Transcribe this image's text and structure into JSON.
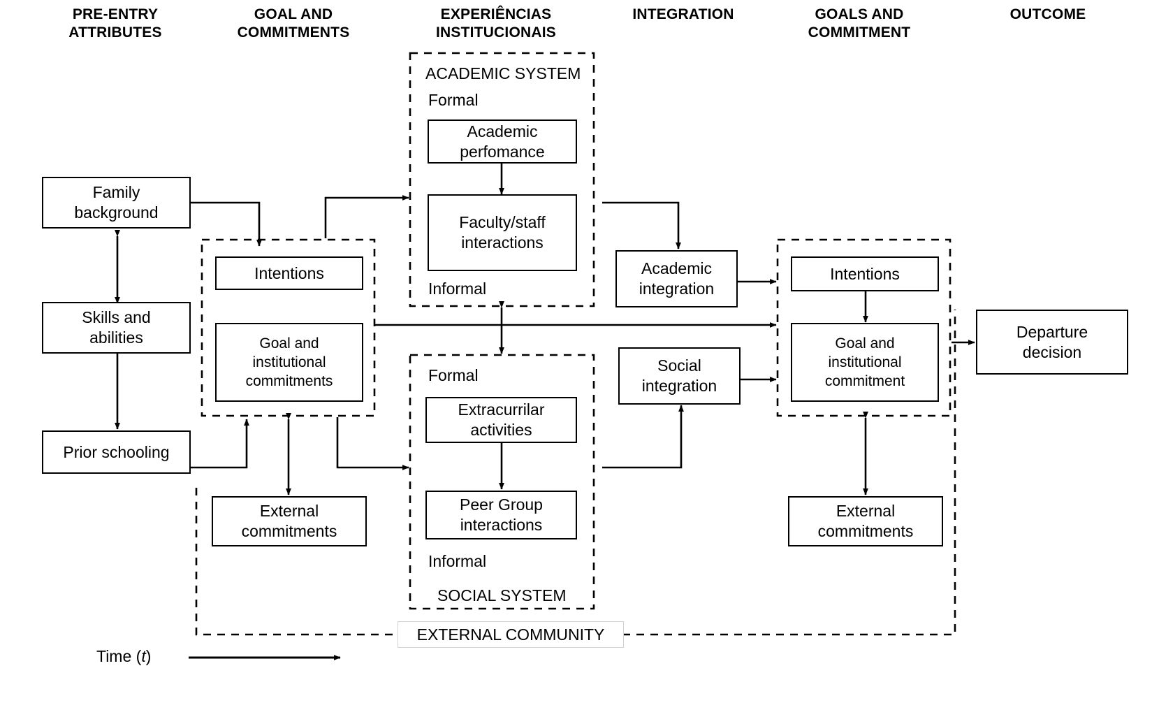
{
  "columns": [
    {
      "id": "pre-entry",
      "lines": [
        "PRE-ENTRY",
        "ATTRIBUTES"
      ]
    },
    {
      "id": "goal-commitments",
      "lines": [
        "GOAL AND",
        "COMMITMENTS"
      ]
    },
    {
      "id": "experiencias",
      "lines": [
        "EXPERIÊNCIAS",
        "INSTITUCIONAIS"
      ]
    },
    {
      "id": "integration",
      "lines": [
        "INTEGRATION",
        ""
      ]
    },
    {
      "id": "goals-commitment",
      "lines": [
        "GOALS AND",
        "COMMITMENT"
      ]
    },
    {
      "id": "outcome",
      "lines": [
        "OUTCOME",
        ""
      ]
    }
  ],
  "nodes": {
    "family_background": "Family\nbackground",
    "skills_abilities": "Skills and\nabilities",
    "prior_schooling": "Prior schooling",
    "intentions_left": "Intentions",
    "goal_institutional_commitments_left": "Goal and\ninstitutional\ncommitments",
    "external_commitments_left": "External\ncommitments",
    "academic_performance": "Academic\nperfomance",
    "faculty_staff_interactions": "Faculty/staff\ninteractions",
    "extracurricular_activities": "Extracurrilar\nactivities",
    "peer_group_interactions": "Peer Group\ninteractions",
    "academic_integration": "Academic\nintegration",
    "social_integration": "Social\nintegration",
    "intentions_right": "Intentions",
    "goal_institutional_commitment_right": "Goal and\ninstitutional\ncommitment",
    "external_commitments_right": "External\ncommitments",
    "departure_decision": "Departure\ndecision"
  },
  "group_labels": {
    "academic_system": "ACADEMIC SYSTEM",
    "academic_formal": "Formal",
    "academic_informal": "Informal",
    "social_formal": "Formal",
    "social_informal": "Informal",
    "social_system": "SOCIAL SYSTEM",
    "external_community": "EXTERNAL COMMUNITY"
  },
  "axis": {
    "time_label": "Time (",
    "time_var": "t",
    "time_label_end": ")"
  },
  "colors": {
    "stroke": "#000000",
    "background": "#ffffff",
    "extcom_border": "#d2d2d2"
  }
}
